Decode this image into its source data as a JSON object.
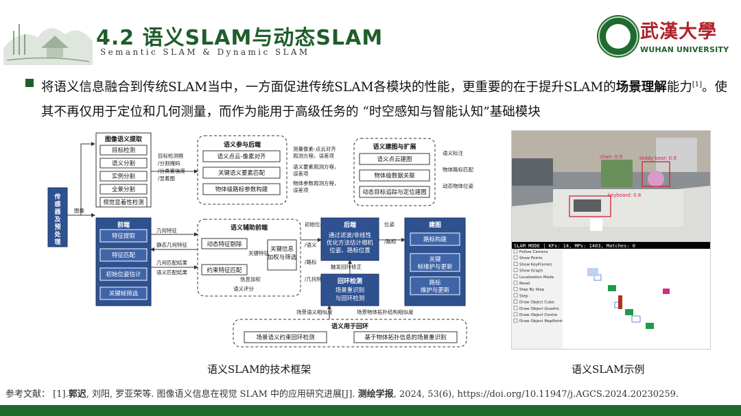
{
  "header": {
    "title": "4.2  语义SLAM与动态SLAM",
    "subtitle": "Semantic SLAM & Dynamic SLAM",
    "logo_cn": "武漢大學",
    "logo_en": "WUHAN UNIVERSITY"
  },
  "bullet": {
    "part1": "将语义信息融合到传统SLAM当中，一方面促进传统SLAM各模块的性能，更重要的在于提升SLAM的",
    "emph": "场景理解",
    "part2": "能力",
    "ref": "[1]",
    "part3": "。使其不再仅用于定位和几何测量，而作为能用于高级任务的 “时空感知与智能认知”基础模块"
  },
  "diagram": {
    "sensor": "传感器及预处理",
    "image_preprocess": "图像",
    "sem_extract": {
      "title": "图像语义提取",
      "items": [
        "目标检测",
        "语义分割",
        "实例分割",
        "全景分割",
        "视觉显着性检测"
      ]
    },
    "extract_note": "目标检测框\n/分割掩码\n/分类置信度\n/显着图",
    "front": {
      "title": "前端",
      "items": [
        "特征提取",
        "特征匹配",
        "初始位姿估计",
        "关键帧筛选"
      ]
    },
    "front_labels": [
      "几何特征",
      "静态几何特征",
      "几何匹配结果",
      "语义匹配结果"
    ],
    "sem_backend": {
      "title": "语义参与后端",
      "items": [
        "语义点云-像素对齐",
        "关键语义要素匹配",
        "物体级路标参数构建"
      ]
    },
    "backend_notes": [
      "测量像素-点云对齐观测方程，误差项",
      "语义要素观测方程，误差项",
      "物体参数观测方程，误差项"
    ],
    "sem_front": {
      "title": "语义辅助前端",
      "items": [
        "动态特征剔除",
        "约束特征匹配"
      ],
      "right": "关键信息加权与筛选"
    },
    "sem_front_labels": [
      "关键特征",
      "信息加权",
      "语义评分"
    ],
    "backend": {
      "title": "后端",
      "text": "通过滤波/非线性优化方法估计相机位姿、路标位置"
    },
    "loop": {
      "title": "回环检测",
      "text": "场景重识别与回环检测"
    },
    "loop_note": "触发回环修正",
    "mid_labels": [
      "初始位姿",
      "/语义",
      "/路标",
      "/几何特征"
    ],
    "pose_label": "位姿/路标",
    "mapping_ext": {
      "title": "语义建图与扩展",
      "items": [
        "语义点云建图",
        "物体级数据关联",
        "动态目标追踪与定位建图"
      ]
    },
    "mapping_notes": [
      "语义标注",
      "物体路标匹配",
      "动态物体位姿"
    ],
    "mapping": {
      "title": "建图",
      "items": [
        "路标构建",
        "关键帧维护与更新",
        "路标维护与更新"
      ]
    },
    "loop_use": {
      "title": "语义用于回环",
      "items": [
        "场景语义约束回环检测",
        "基于物体拓扑信息的场景重识别"
      ]
    },
    "loop_use_notes": [
      "场景语义相似度",
      "场景物体拓扑结构相似度"
    ]
  },
  "example_ui": {
    "status": "SLAM MODE | KFs: 14, MPs: 1403, Matches: 0",
    "detect_label1": "chair: 0.9",
    "detect_label2": "teddy bear: 0.9",
    "detect_label3": "keyboard: 0.8",
    "menu": [
      "Follow Camera",
      "Show Points",
      "Show KeyFrames",
      "Show Graph",
      "Localization Mode",
      "Reset",
      "Step By Step",
      "Step",
      "Draw Object Cube",
      "Draw Object Quadric",
      "Draw Object Centre",
      "Draw Object MapPoints"
    ]
  },
  "captions": {
    "fig1": "语义SLAM的技术框架",
    "fig2": "语义SLAM示例"
  },
  "references": {
    "label": "参考文献：",
    "num": "[1].",
    "author1": "郭迟",
    "rest": ", 刘阳, 罗亚荣等. 图像语义信息在视觉 SLAM 中的应用研究进展[J]. ",
    "journal": "测绘学报",
    "tail": ", 2024, 53(6),  https://doi.org/10.11947/j.AGCS.2024.20230259."
  },
  "colors": {
    "brand_green": "#1f6a2e",
    "box_blue": "#2e5190",
    "university_red": "#b0222a"
  }
}
